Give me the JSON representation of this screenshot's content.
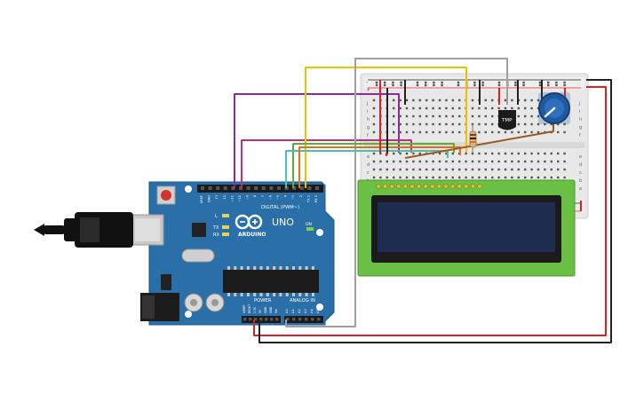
{
  "arduino": {
    "brand": "ARDUINO",
    "model": "UNO",
    "digital_label": "DIGITAL (PWM~)",
    "power_label": "POWER",
    "analog_label": "ANALOG IN",
    "on_label": "ON",
    "led_labels": [
      "L",
      "TX",
      "RX"
    ],
    "digital_pins": [
      "AREF",
      "GND",
      "13",
      "12",
      "~11",
      "~10",
      "~9",
      "8",
      "7",
      "~6",
      "~5",
      "4",
      "~3",
      "2",
      "TX 1",
      "RX 0"
    ],
    "power_pins": [
      "IOREF",
      "RESET",
      "3.3V",
      "5V",
      "GND",
      "GND",
      "Vin"
    ],
    "analog_pins": [
      "A0",
      "A1",
      "A2",
      "A3",
      "A4",
      "A5"
    ]
  },
  "breadboard": {
    "rail_plus": "+",
    "rail_minus": "-",
    "row_letters_top": [
      "j",
      "i",
      "h",
      "g",
      "f"
    ],
    "row_letters_bottom": [
      "e",
      "d",
      "c",
      "b",
      "a"
    ]
  },
  "sensor": {
    "label": "TMP"
  },
  "lcd": {
    "pin_count": 16
  },
  "colors": {
    "board_blue": "#2a6fa8",
    "lcd_green": "#6abf45",
    "lcd_screen": "#1e2d4f",
    "wire_red": "#e02020",
    "wire_black": "#222222",
    "wire_purple": "#8a2aa0",
    "wire_magenta": "#c0307a",
    "wire_yellow": "#f0c000",
    "wire_gray": "#a0a0a0",
    "wire_green": "#5ab030",
    "wire_teal": "#4ac0b0",
    "wire_orange": "#e07020",
    "wire_brown": "#9a5a20",
    "pot_blue": "#1f5aa0"
  },
  "icons": [
    "usb-cable-icon",
    "infinity-logo-icon",
    "reset-button-icon",
    "dc-jack-icon",
    "potentiometer-icon",
    "tmp-sensor-icon",
    "resistor-icon"
  ]
}
